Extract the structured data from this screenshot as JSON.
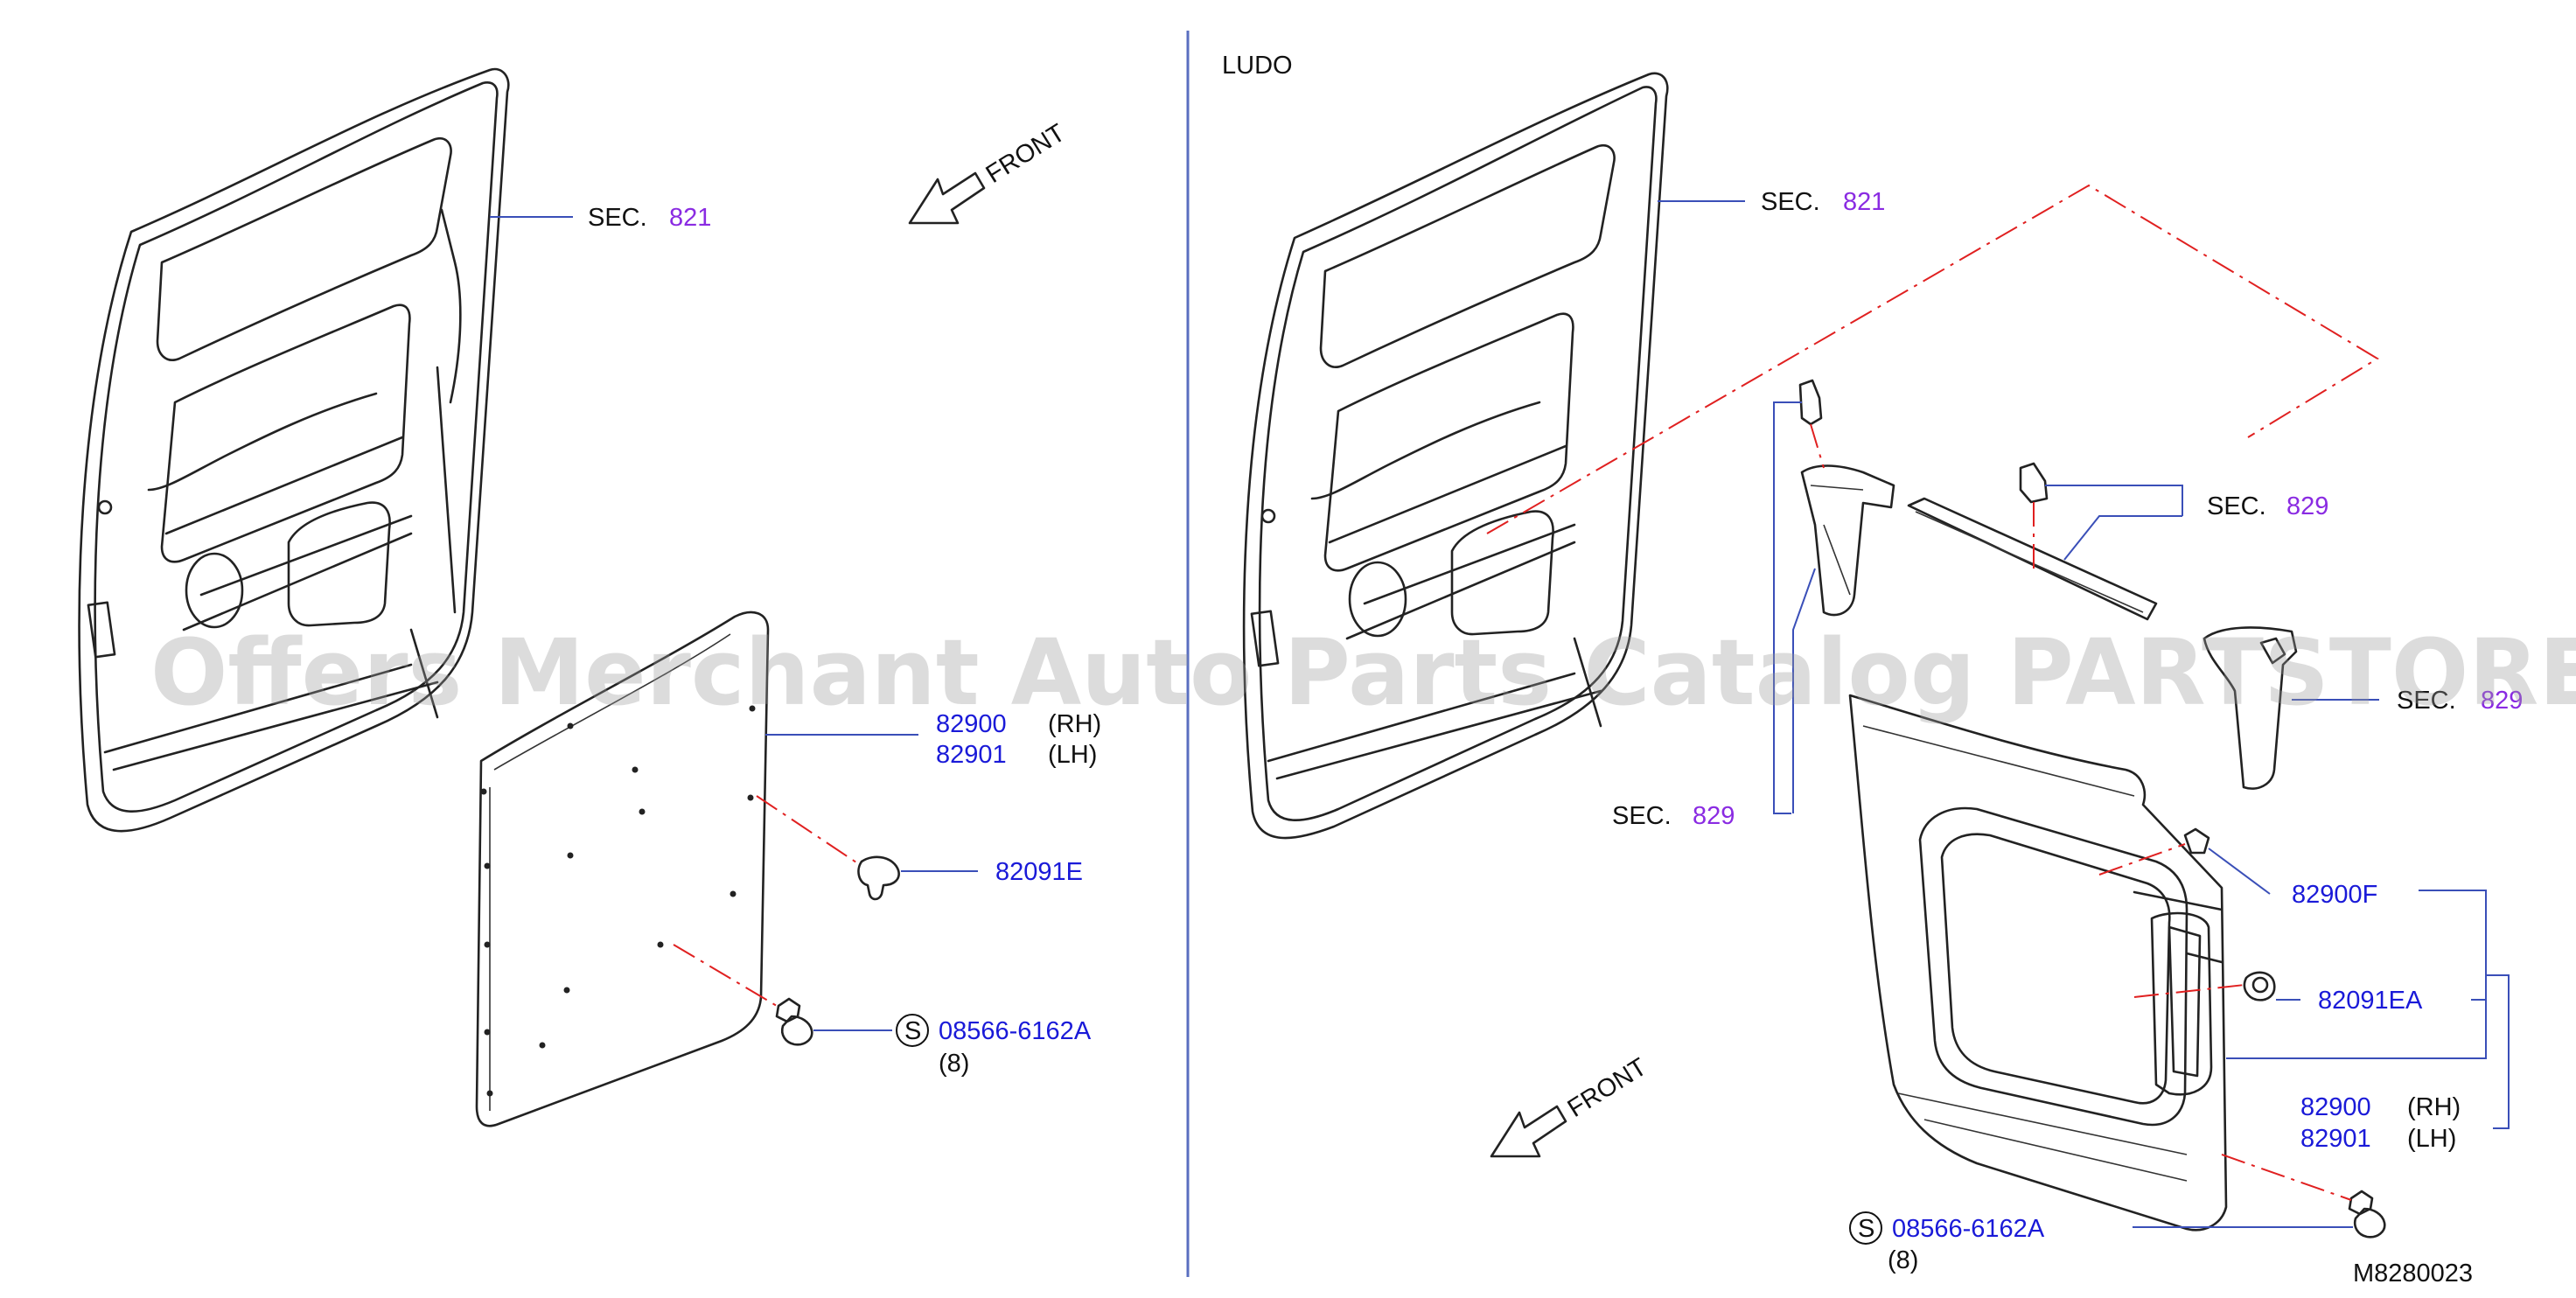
{
  "watermark": "Offers Merchant Auto Parts Catalog PARTSTORE.SA",
  "variant_label": "LUDO",
  "diagram_code": "M8280023",
  "front_label": "FRONT",
  "left": {
    "sec_prefix": "SEC.",
    "sec_number": "821",
    "part_rh": "82900",
    "part_rh_side": "(RH)",
    "part_lh": "82901",
    "part_lh_side": "(LH)",
    "clip": "82091E",
    "screw_symbol": "S",
    "screw": "08566-6162A",
    "screw_qty": "(8)"
  },
  "right": {
    "sec_prefix": "SEC.",
    "sec_821": "821",
    "sec_829_a": "829",
    "sec_829_b": "829",
    "sec_829_c": "829",
    "part_f": "82900F",
    "clip": "82091EA",
    "part_rh": "82900",
    "part_rh_side": "(RH)",
    "part_lh": "82901",
    "part_lh_side": "(LH)",
    "screw_symbol": "S",
    "screw": "08566-6162A",
    "screw_qty": "(8)"
  },
  "colors": {
    "part_number": "#1a1ad8",
    "section_number": "#8a2be2",
    "centerline": "#e02020",
    "leader": "#3a4fb8",
    "divider": "#5a6fc0"
  }
}
